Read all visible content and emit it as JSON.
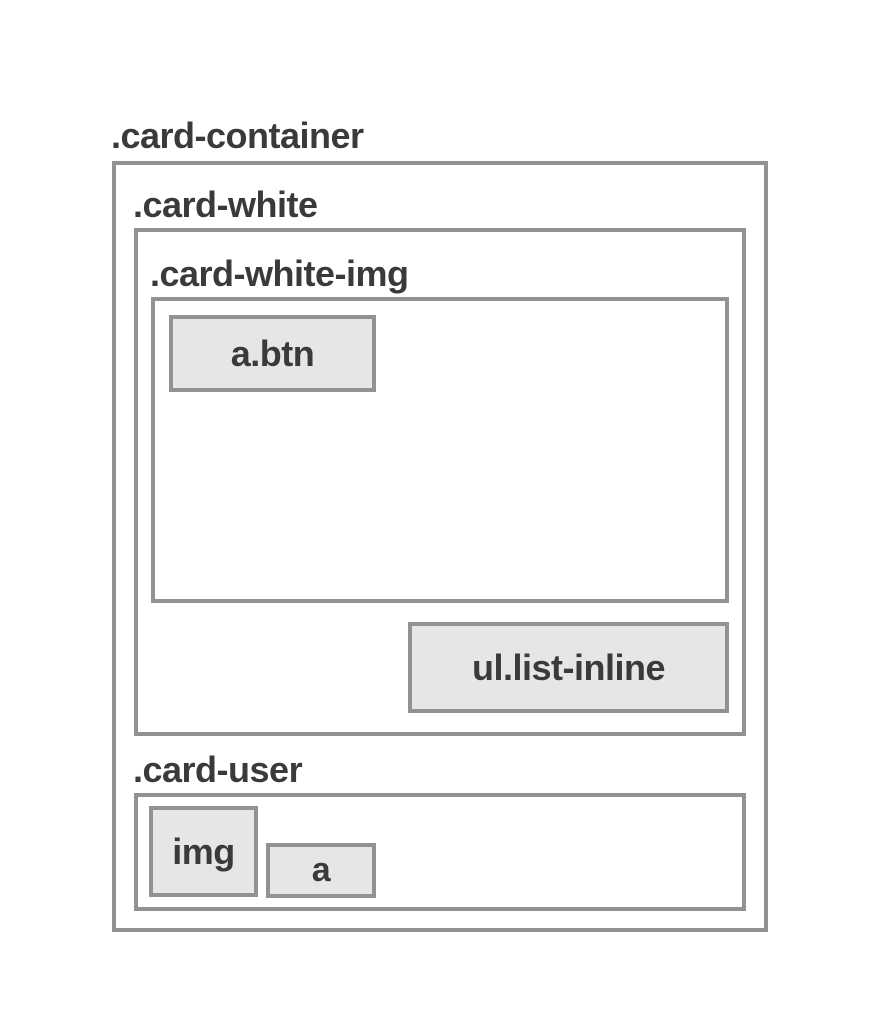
{
  "containers": {
    "card_container": ".card-container",
    "card_white": ".card-white",
    "card_white_img": ".card-white-img",
    "card_user": ".card-user"
  },
  "elements": {
    "btn": "a.btn",
    "list_inline": "ul.list-inline",
    "img": "img",
    "link": "a"
  },
  "colors": {
    "border": "#929292",
    "element_fill": "#e6e6e6",
    "text": "#3a3a3a",
    "background": "#ffffff"
  }
}
